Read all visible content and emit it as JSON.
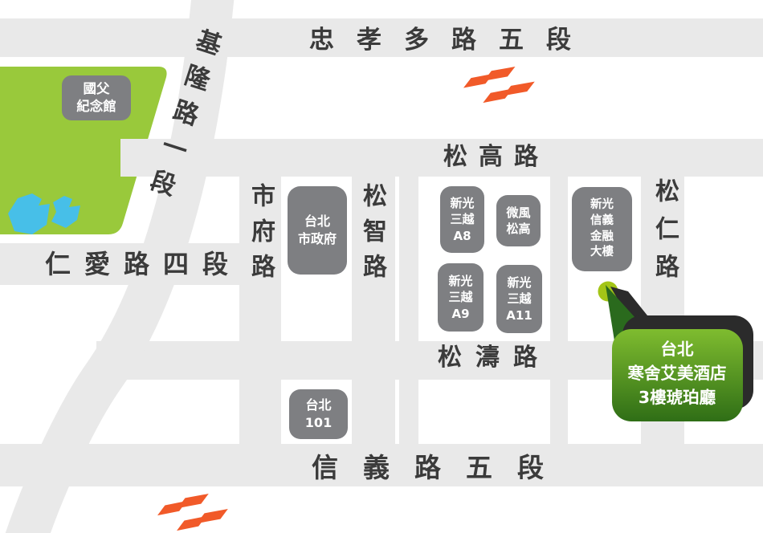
{
  "colors": {
    "road": "#E9E9E9",
    "road_text": "#3B3B3B",
    "building": "#7E7F82",
    "building_text": "#FFFFFF",
    "park": "#99C93B",
    "pond": "#47BFE8",
    "mrt": "#F15A29",
    "marker": "#A3C517",
    "tail": "#2A6A1D",
    "shadow": "#2B2B2B",
    "bubble_top": "#7FBC2F",
    "bubble_bottom": "#2F6E16"
  },
  "roads": {
    "zhongxiao": "忠孝多路五段",
    "songgao": "松高路",
    "renai": "仁愛路四段",
    "songtao": "松濤路",
    "xinyi": "信義路五段",
    "shifu": "市府路",
    "songzhi": "松智路",
    "songren": "松仁路",
    "keelung": "基隆路一段"
  },
  "places": {
    "memorial": {
      "lines": [
        "國父",
        "紀念館"
      ]
    },
    "cityhall": {
      "lines": [
        "台北",
        "市政府"
      ]
    },
    "taipei101": {
      "lines": [
        "台北",
        "101"
      ]
    },
    "a8": {
      "lines": [
        "新光",
        "三越",
        "A8"
      ]
    },
    "breeze": {
      "lines": [
        "微風",
        "松高"
      ]
    },
    "a9": {
      "lines": [
        "新光",
        "三越",
        "A9"
      ]
    },
    "a11": {
      "lines": [
        "新光",
        "三越",
        "A11"
      ]
    },
    "xinkong_tower": {
      "lines": [
        "新光",
        "信義",
        "金融",
        "大樓"
      ]
    }
  },
  "callout": {
    "lines": [
      "台北",
      "寒舍艾美酒店",
      "3樓琥珀廳"
    ]
  }
}
